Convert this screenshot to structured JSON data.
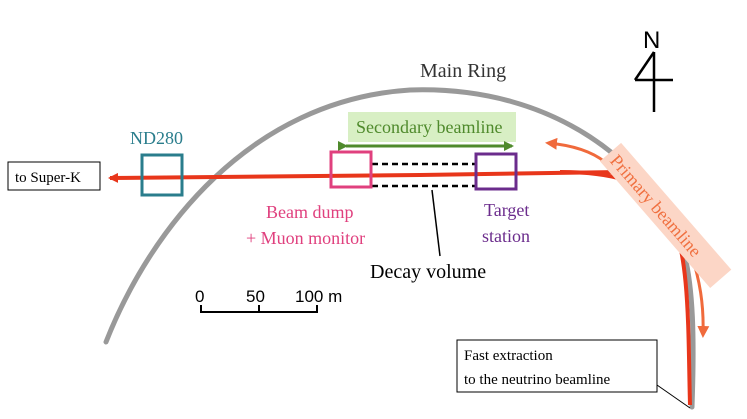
{
  "labels": {
    "main_ring": "Main Ring",
    "north": "N",
    "secondary_beamline": "Secondary beamline",
    "primary_beamline": "Primary beamline",
    "nd280": "ND280",
    "to_super_k": "to Super-K",
    "beam_dump_line1": "Beam dump",
    "beam_dump_line2": "+ Muon monitor",
    "target_line1": "Target",
    "target_line2": "station",
    "decay_volume": "Decay volume",
    "fast_extraction_line1": "Fast extraction",
    "fast_extraction_line2": "to the neutrino beamline"
  },
  "scale_bar": {
    "tick_labels": [
      "0",
      "50",
      "100 m"
    ]
  },
  "colors": {
    "main_ring": "#999999",
    "beam": "#e8361b",
    "primary_arrow": "#f06a3c",
    "primary_label_bg": "#fcd6c6",
    "primary_label_text": "#f07040",
    "secondary_green": "#4f8a2c",
    "secondary_bg": "#d8efc4",
    "nd280": "#2a7d8c",
    "beam_dump": "#e0407e",
    "target": "#6b2c8c",
    "black": "#000000"
  }
}
